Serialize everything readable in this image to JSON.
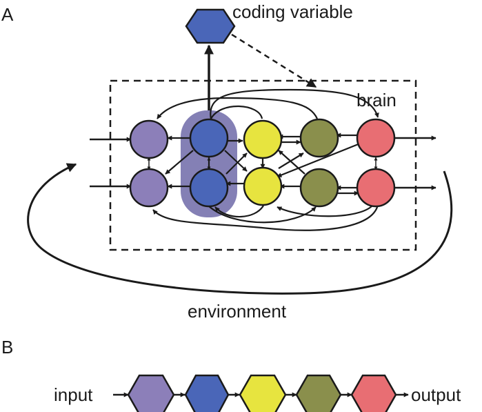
{
  "panel_a": {
    "letter": "A",
    "coding_variable_label": "coding variable",
    "brain_label": "brain",
    "environment_label": "environment",
    "coding_variable_color": "#4a66b8",
    "highlight_color": "#6e6aa8",
    "columns": [
      {
        "id": "purple",
        "color": "#8c7fb9"
      },
      {
        "id": "blue",
        "color": "#4a66b8"
      },
      {
        "id": "yellow",
        "color": "#e7e43f"
      },
      {
        "id": "olive",
        "color": "#8a8f4c"
      },
      {
        "id": "red",
        "color": "#e86e73"
      }
    ]
  },
  "panel_b": {
    "letter": "B",
    "input_label": "input",
    "output_label": "output",
    "stages": [
      {
        "id": "purple",
        "color": "#8c7fb9"
      },
      {
        "id": "blue",
        "color": "#4a66b8"
      },
      {
        "id": "yellow",
        "color": "#e7e43f"
      },
      {
        "id": "olive",
        "color": "#8a8f4c"
      },
      {
        "id": "red",
        "color": "#e86e73"
      }
    ]
  }
}
